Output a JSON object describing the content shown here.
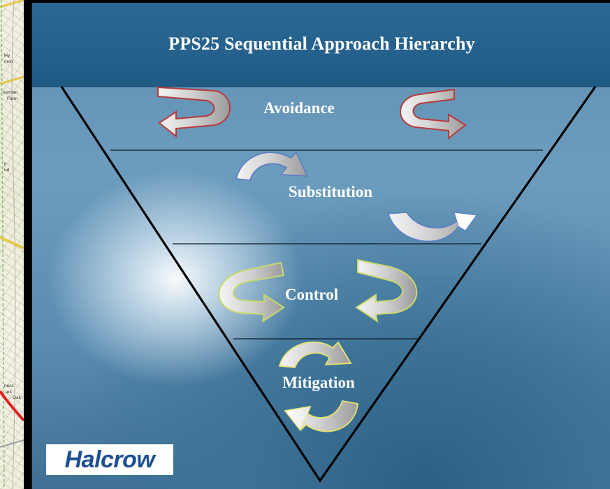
{
  "slide": {
    "title": "PPS25 Sequential Approach Hierarchy",
    "levels": [
      "Avoidance",
      "Substitution",
      "Control",
      "Mitigation"
    ],
    "logo": "Halcrow"
  },
  "map_strip": {
    "labels": [
      "ley",
      "mon",
      "owman",
      "Farm",
      "ll",
      "ud",
      "ness",
      "ark",
      "Oak"
    ]
  },
  "colors": {
    "title_bar": "#25618c",
    "avoidance_arrow": "#b83a3a",
    "substitution_arrow": "#5b7fc4",
    "control_arrow": "#c9d96a",
    "mitigation_arrow": "#e8e36a",
    "logo_text": "#1d4f95"
  }
}
